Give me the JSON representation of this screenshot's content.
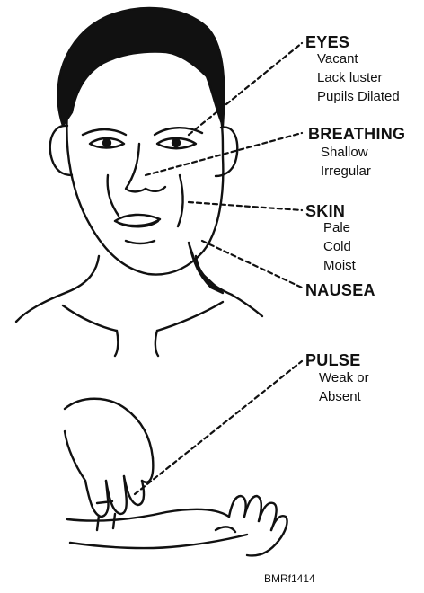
{
  "callouts": [
    {
      "heading": "EYES",
      "details": [
        "Vacant",
        "Lack luster",
        "Pupils Dilated"
      ]
    },
    {
      "heading": "BREATHING",
      "details": [
        "Shallow",
        "Irregular"
      ]
    },
    {
      "heading": "SKIN",
      "details": [
        "Pale",
        "Cold",
        "Moist"
      ]
    },
    {
      "heading": "NAUSEA",
      "details": []
    },
    {
      "heading": "PULSE",
      "details": [
        "Weak or",
        "Absent"
      ]
    }
  ],
  "figure_code": "BMRf1414"
}
